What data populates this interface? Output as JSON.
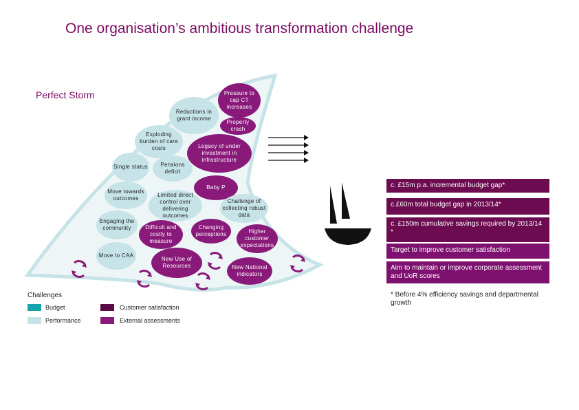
{
  "title": "One organisation’s ambitious transformation challenge",
  "storm_label": "Perfect Storm",
  "bubbles": {
    "pressure_ct": "Pressure to cap CT increases",
    "reductions": "Reductions in grant income",
    "property": "Property crash",
    "exploding": "Exploding burden of care costs",
    "legacy": "Legacy of under investment in infrastructure",
    "single_status": "Single status",
    "pensions": "Pensions deficit",
    "baby_p": "Baby P",
    "move_outcomes": "Move towards outcomes",
    "limited_control": "Limited direct control over delivering outcomes",
    "challenge_data": "Challenge of collecting robust data",
    "engaging": "Engaging the community",
    "difficult": "Difficult and costly to measure",
    "changing": "Changing perceptions",
    "higher": "Higher customer expectations",
    "move_caa": "Move to CAA",
    "new_use": "New Use of Resources",
    "new_national": "New National indicators"
  },
  "boxes": [
    "c. £15m p.a. incremental budget gap*",
    "c.£60m total budget gap in 2013/14*",
    "c. £150m cumulative savings required by 2013/14 *",
    "Target to improve customer satisfaction",
    "Aim to maintain or improve corporate assessment and UoR scores"
  ],
  "footnote": "* Before 4% efficiency savings and departmental growth",
  "legend": {
    "heading": "Challenges",
    "items": [
      {
        "label": "Budget",
        "color": "#14a3a8"
      },
      {
        "label": "Performance",
        "color": "#c6e3e8"
      },
      {
        "label": "Customer satisfaction",
        "color": "#5b0a48"
      },
      {
        "label": "External assessments",
        "color": "#8a1a7a"
      }
    ]
  },
  "colors": {
    "accent": "#7b0a62",
    "light": "#c6e3e8",
    "purple": "#8a1a7a",
    "dark_purple": "#6c0b4f"
  }
}
